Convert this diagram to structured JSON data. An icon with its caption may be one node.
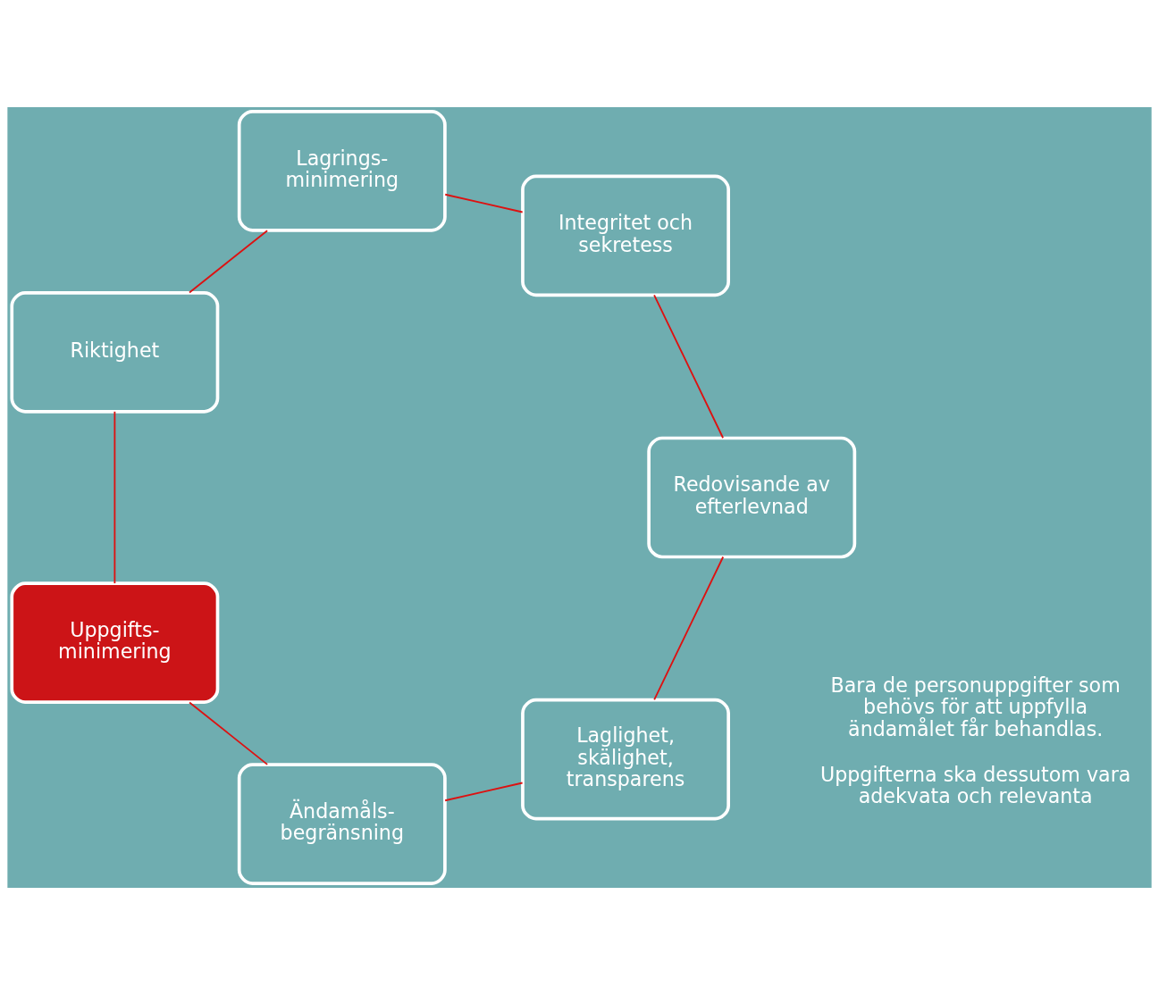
{
  "diagram": {
    "nodes": [
      {
        "text": [
          "Laglighet, skälighet, transparens"
        ]
      },
      {
        "text": [
          "Ändamåls- begränsning"
        ]
      },
      {
        "text": [
          "Uppgifts- minimering"
        ]
      },
      {
        "text": [
          "Riktighet"
        ]
      },
      {
        "text": [
          "Lagrings- minimering"
        ]
      },
      {
        "text": [
          "Integritet och sekretess"
        ]
      },
      {
        "text": [
          "Redovisande av efterlevnad"
        ]
      }
    ],
    "edges": [
      {
        "from": 0,
        "to": 1,
        "arrow": "none"
      },
      {
        "from": 1,
        "to": 2,
        "arrow": "none"
      },
      {
        "from": 2,
        "to": 3,
        "arrow": "none"
      },
      {
        "from": 3,
        "to": 4,
        "arrow": "none"
      },
      {
        "from": 4,
        "to": 5,
        "arrow": "none"
      },
      {
        "from": 5,
        "to": 6,
        "arrow": "none"
      },
      {
        "from": 6,
        "to": 0,
        "arrow": "none"
      }
    ],
    "labels": [
      "Bara de personuppgifter som behövs för att uppfylla ändamålet får behandlas.",
      "Uppgifterna ska dessutom vara adekvata och relevanta"
    ]
  }
}
